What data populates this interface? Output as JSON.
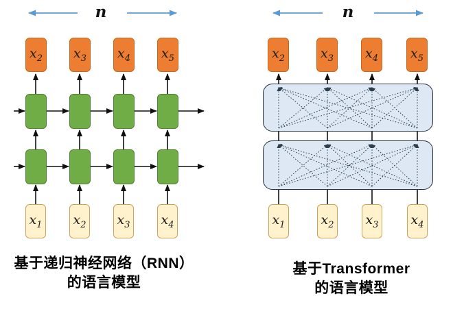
{
  "figure": {
    "left_panel": {
      "sequence_label": "n",
      "outputs": [
        {
          "base": "x",
          "sub": "2"
        },
        {
          "base": "x",
          "sub": "3"
        },
        {
          "base": "x",
          "sub": "4"
        },
        {
          "base": "x",
          "sub": "5"
        }
      ],
      "inputs": [
        {
          "base": "x",
          "sub": "1"
        },
        {
          "base": "x",
          "sub": "2"
        },
        {
          "base": "x",
          "sub": "3"
        },
        {
          "base": "x",
          "sub": "4"
        }
      ],
      "caption_line1": "基于递归神经网络（RNN）",
      "caption_line2": "的语言模型"
    },
    "right_panel": {
      "sequence_label": "n",
      "outputs": [
        {
          "base": "x",
          "sub": "2"
        },
        {
          "base": "x",
          "sub": "3"
        },
        {
          "base": "x",
          "sub": "4"
        },
        {
          "base": "x",
          "sub": "5"
        }
      ],
      "inputs": [
        {
          "base": "x",
          "sub": "1"
        },
        {
          "base": "x",
          "sub": "2"
        },
        {
          "base": "x",
          "sub": "3"
        },
        {
          "base": "x",
          "sub": "4"
        }
      ],
      "caption_line1": "基于Transformer",
      "caption_line2": "的语言模型"
    },
    "colors": {
      "output_box": "#ED7D31",
      "rnn_cell": "#70AD47",
      "input_box": "#FFF2CC",
      "attention_block": "#DDE8F4",
      "sequence_arrow": "#5B9BD5"
    }
  }
}
